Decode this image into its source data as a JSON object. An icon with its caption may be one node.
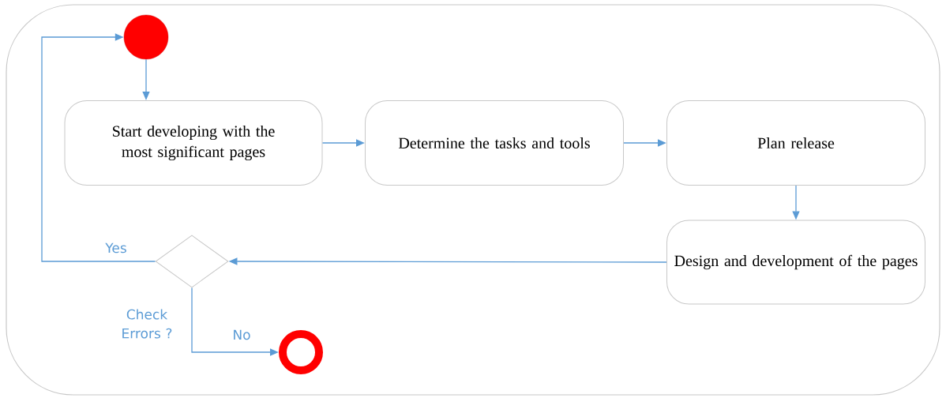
{
  "diagram": {
    "nodes": [
      {
        "text": [],
        "shape": "circle"
      },
      {
        "text": [
          "Start developing with the most significant pages"
        ]
      },
      {
        "text": [
          "Determine the tasks and tools"
        ]
      },
      {
        "text": [
          "Plan release"
        ]
      },
      {
        "text": [
          "Design and development of the pages"
        ]
      },
      {
        "text": [],
        "shape": "diamond",
        "beside": [
          "Check Errors ?"
        ]
      },
      {
        "text": [],
        "shape": "ring"
      }
    ],
    "edges": [
      {
        "from": 0,
        "to": 1,
        "arrow": "to"
      },
      {
        "from": 1,
        "to": 2,
        "arrow": "to"
      },
      {
        "from": 2,
        "to": 3,
        "arrow": "to"
      },
      {
        "from": 3,
        "to": 4,
        "arrow": "to"
      },
      {
        "from": 4,
        "to": 5,
        "arrow": "to"
      },
      {
        "from": 5,
        "to": 0,
        "arrow": "to",
        "label": "Yes"
      },
      {
        "from": 5,
        "to": 6,
        "arrow": "to",
        "label": "No"
      }
    ]
  }
}
